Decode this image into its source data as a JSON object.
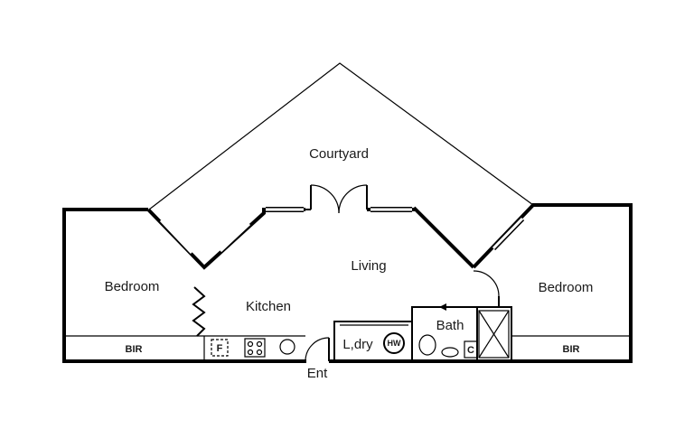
{
  "rooms": {
    "courtyard": "Courtyard",
    "living": "Living",
    "bedroom_left": "Bedroom",
    "bedroom_right": "Bedroom",
    "kitchen": "Kitchen",
    "laundry": "L,dry",
    "bath": "Bath",
    "entry": "Ent"
  },
  "fixtures": {
    "bir_left": "BIR",
    "bir_right": "BIR",
    "fridge": "F",
    "hot_water": "HW",
    "cupboard": "C"
  }
}
